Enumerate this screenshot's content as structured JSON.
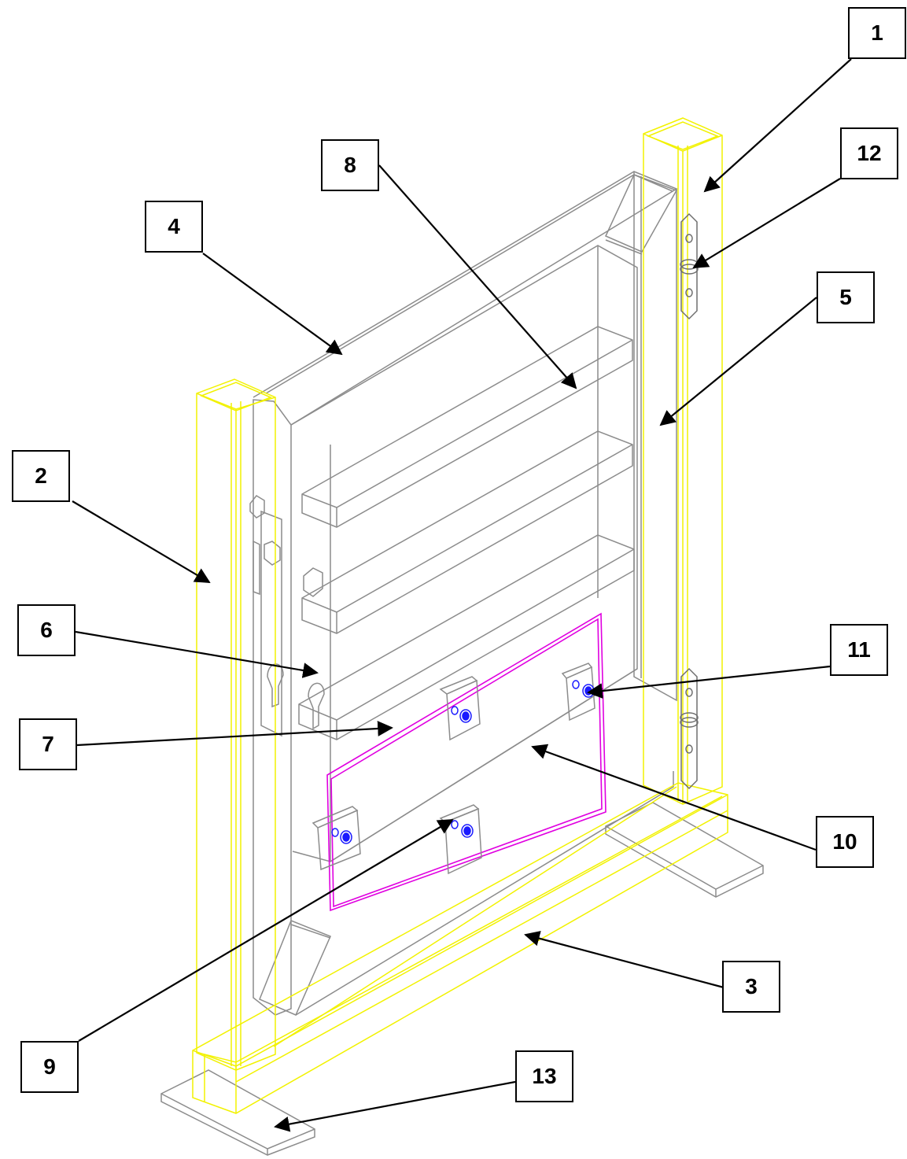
{
  "labels": {
    "n1": "1",
    "n2": "2",
    "n3": "3",
    "n4": "4",
    "n5": "5",
    "n6": "6",
    "n7": "7",
    "n8": "8",
    "n9": "9",
    "n10": "10",
    "n11": "11",
    "n12": "12",
    "n13": "13"
  },
  "colors": {
    "frame_yellow": "#f2f200",
    "gate_gray": "#8c8c8c",
    "panel_magenta": "#e000e0",
    "bolt_blue": "#1a1aff",
    "leader_black": "#000000"
  }
}
